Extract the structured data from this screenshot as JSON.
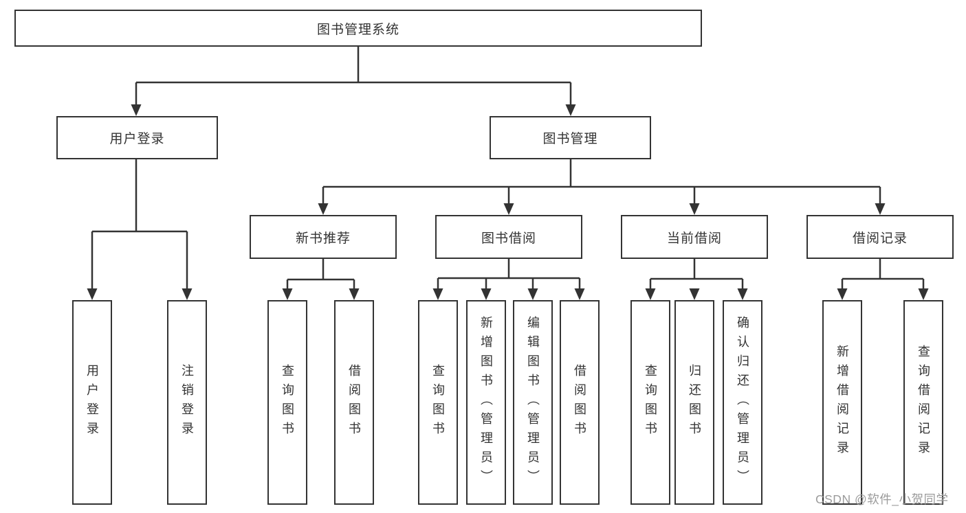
{
  "diagram": {
    "root": {
      "label": "图书管理系统",
      "children": [
        {
          "label": "用户登录",
          "children": [
            {
              "label": "用户登录"
            },
            {
              "label": "注销登录"
            }
          ]
        },
        {
          "label": "图书管理",
          "children": [
            {
              "label": "新书推荐",
              "children": [
                {
                  "label": "查询图书"
                },
                {
                  "label": "借阅图书"
                }
              ]
            },
            {
              "label": "图书借阅",
              "children": [
                {
                  "label": "查询图书"
                },
                {
                  "label": "新增图书（管理员）"
                },
                {
                  "label": "编辑图书（管理员）"
                },
                {
                  "label": "借阅图书"
                }
              ]
            },
            {
              "label": "当前借阅",
              "children": [
                {
                  "label": "查询图书"
                },
                {
                  "label": "归还图书"
                },
                {
                  "label": "确认归还（管理员）"
                }
              ]
            },
            {
              "label": "借阅记录",
              "children": [
                {
                  "label": "新增借阅记录"
                },
                {
                  "label": "查询借阅记录"
                }
              ]
            }
          ]
        }
      ]
    }
  },
  "watermark": "CSDN @软件_小贺同学",
  "colors": {
    "line": "#333333",
    "text": "#333333",
    "watermark": "#9b9b9b",
    "bg": "#ffffff"
  }
}
